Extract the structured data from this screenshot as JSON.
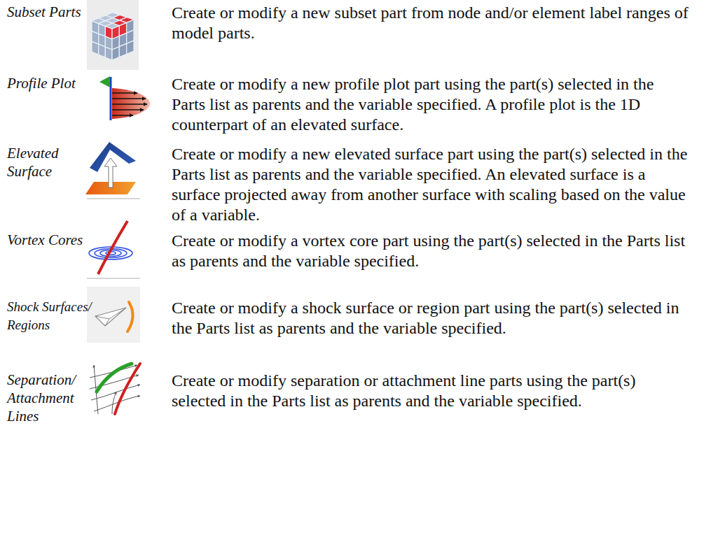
{
  "diagram": {
    "labels": [
      "Subset Parts",
      "Create or modify a new subset part from node and/or element label ranges of model parts.",
      "Profile Plot",
      "Create or modify a new profile plot part using the part(s) selected in the Parts list as parents and the variable specified. A profile plot is the 1D counterpart of an elevated surface.",
      "Elevated Surface",
      "Create or modify a new elevated surface part using the part(s) selected in the Parts list as parents and the variable specified. An elevated surface is a surface projected away from another surface with scaling based on the value of a variable.",
      "Vortex Cores",
      "Create or modify a vortex core part using the part(s) selected in the Parts list as parents and the variable specified.",
      "Shock Surfaces/ Regions",
      "Create or modify a shock surface or region part using the part(s) selected in the Parts list as parents and the variable specified.",
      "Separation/ Attachment Lines",
      "Create or modify separation or attachment line parts using the part(s) selected in the Parts list as parents and the variable specified."
    ]
  }
}
